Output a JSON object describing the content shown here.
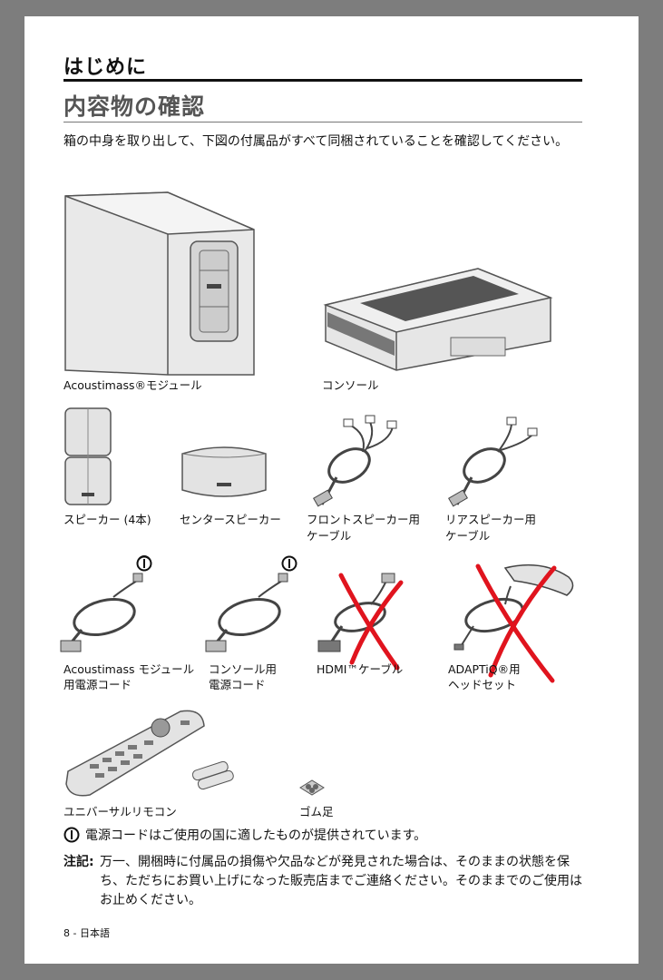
{
  "header": {
    "section_title": "はじめに",
    "page_title": "内容物の確認"
  },
  "intro": "箱の中身を取り出して、下図の付属品がすべて同梱されていることを確認してください。",
  "items": {
    "acoustimass": "Acoustimass®モジュール",
    "console": "コンソール",
    "speakers": "スピーカー (4本)",
    "center_speaker": "センタースピーカー",
    "front_cable_1": "フロントスピーカー用",
    "front_cable_2": "ケーブル",
    "rear_cable_1": "リアスピーカー用",
    "rear_cable_2": "ケーブル",
    "acoustimass_power_1": "Acoustimass モジュール",
    "acoustimass_power_2": "用電源コード",
    "console_power_1": "コンソール用",
    "console_power_2": "電源コード",
    "hdmi": "HDMI™ケーブル",
    "adaptiq_1": "ADAPTiQ®用",
    "adaptiq_2": "ヘッドセット",
    "remote": "ユニバーサルリモコン",
    "feet": "ゴム足"
  },
  "notes": {
    "power_cord_note": "電源コードはご使用の国に適したものが提供されています。",
    "caution_label": "注記:",
    "caution_text": "万一、開梱時に付属品の損傷や欠品などが発見された場合は、そのままの状態を保ち、ただちにお買い上げになった販売店までご連絡ください。そのままでのご使用はお止めください。"
  },
  "footer": {
    "page_number": "8 - 日本語"
  },
  "colors": {
    "strike": "#e0141e",
    "illustration": "#555555",
    "background": "#7d7d7d"
  }
}
